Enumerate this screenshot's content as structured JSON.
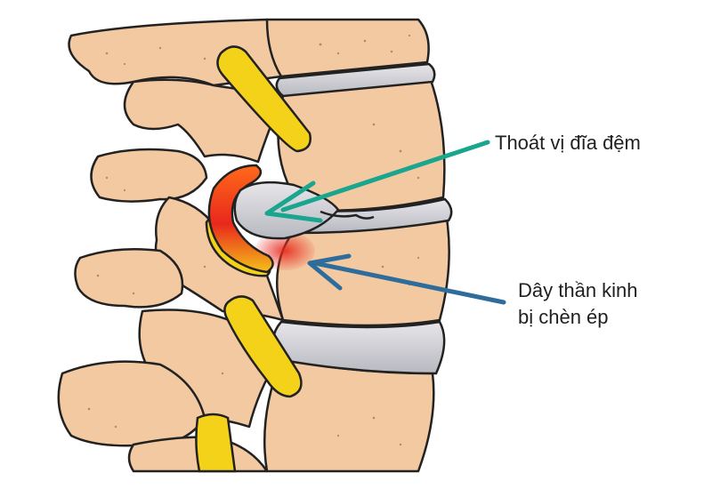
{
  "labels": {
    "herniated_disc": "Thoát vị đĩa đệm",
    "nerve_line1": "Dây thần kinh",
    "nerve_line2": "bị chèn ép"
  },
  "colors": {
    "bone": "#f2c9a0",
    "bone_shadow": "#d9a878",
    "outline": "#222222",
    "disc": "#c9c9cf",
    "disc_light": "#e6e6ea",
    "nerve": "#f5d21a",
    "inflammation": "#e8281c",
    "arrow_herniated": "#1aa58e",
    "arrow_nerve": "#2e6c9c"
  },
  "icons": {
    "arrow_herniated": "arrow-icon",
    "arrow_nerve": "arrow-icon"
  }
}
